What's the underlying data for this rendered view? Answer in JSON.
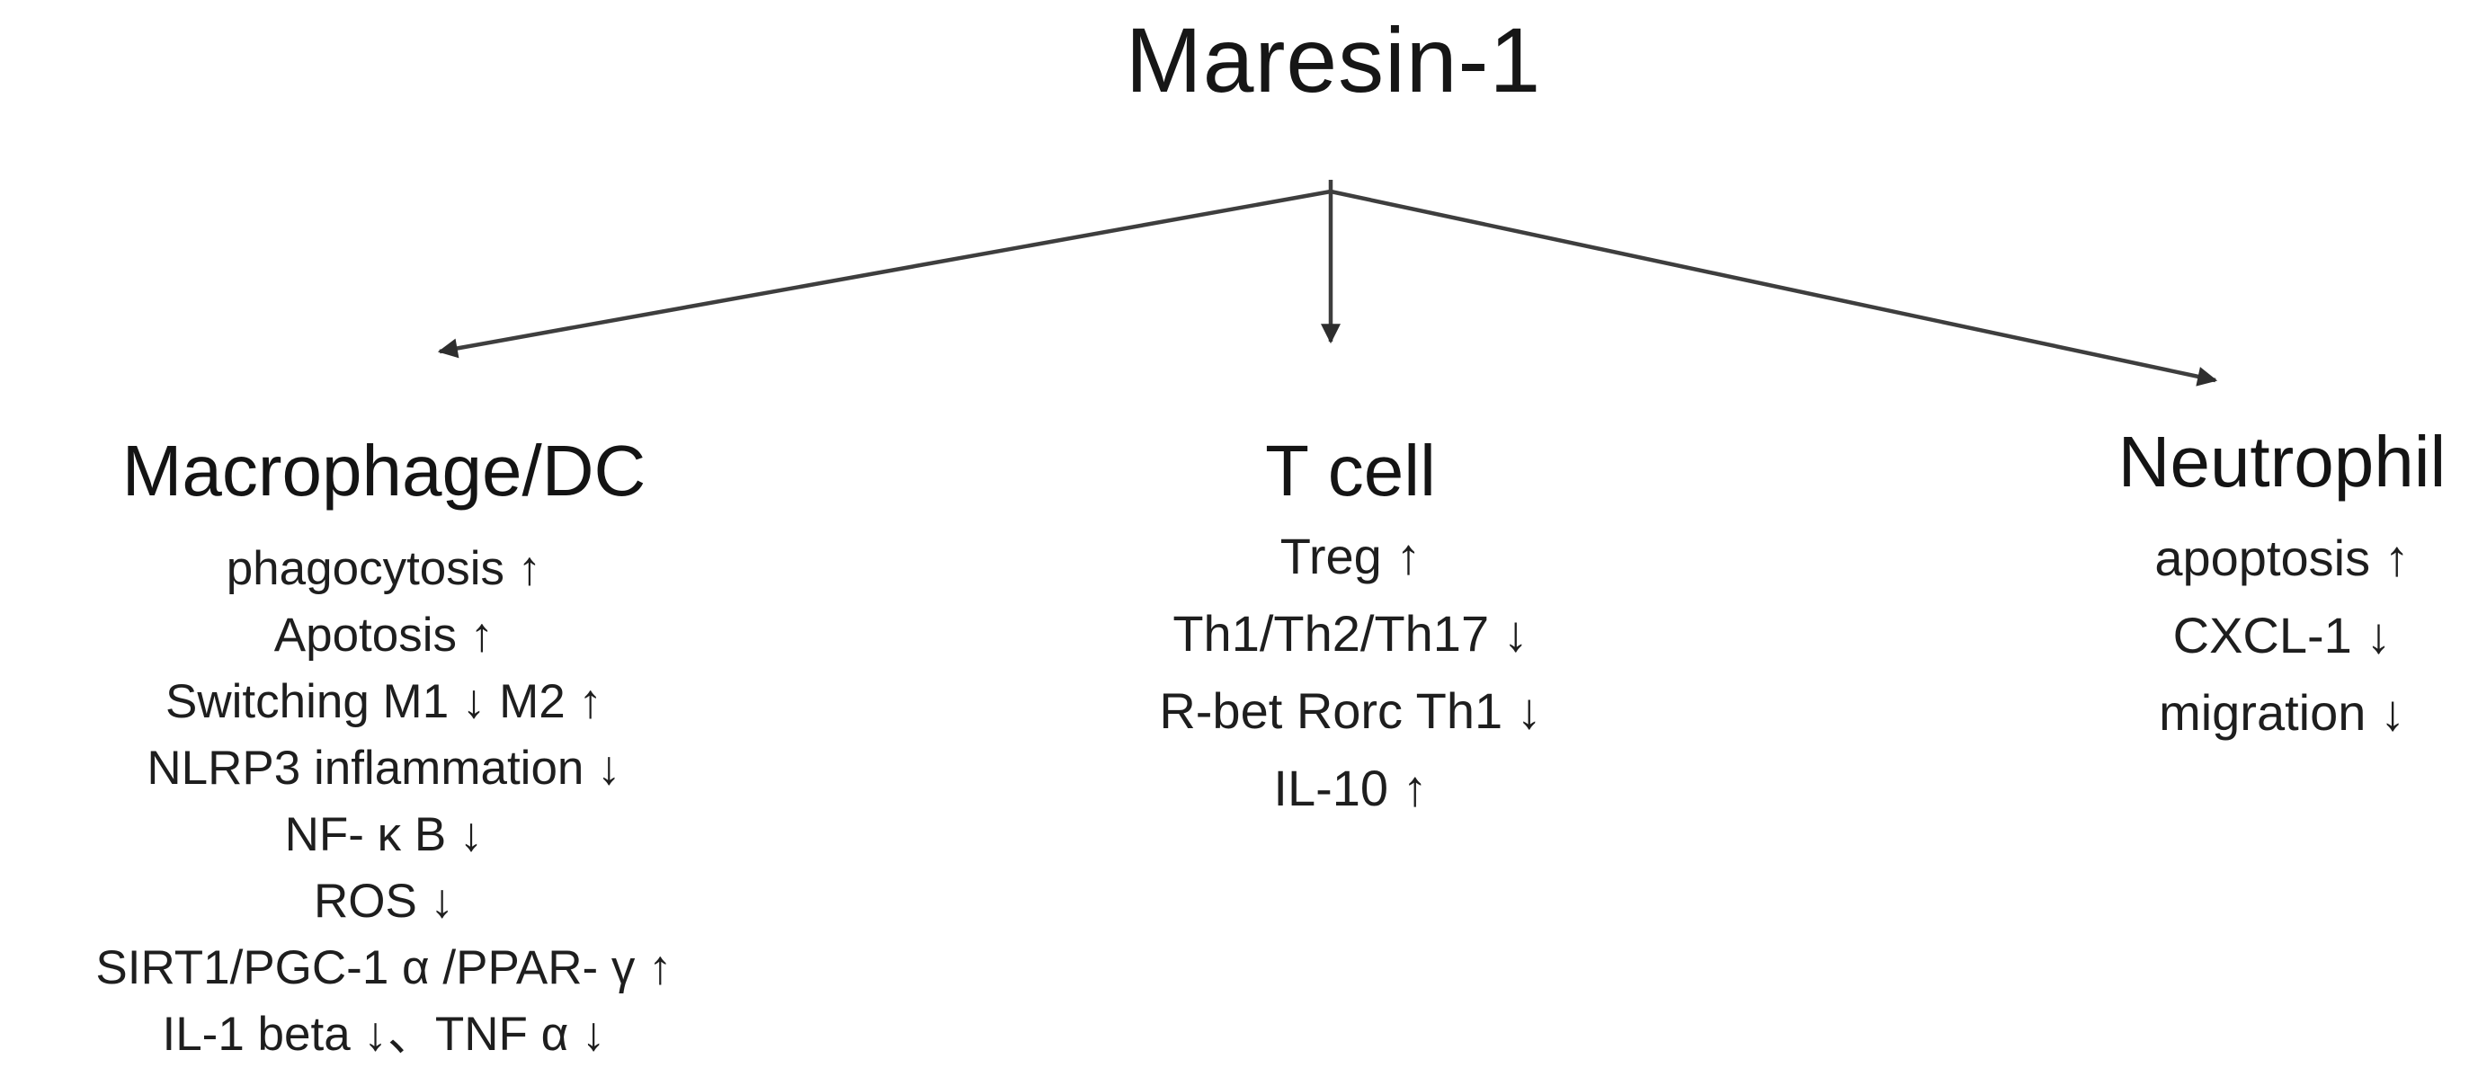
{
  "title": "Maresin-1",
  "columns": [
    {
      "header": "Macrophage/DC",
      "items": [
        "phagocytosis ↑",
        "Apotosis ↑",
        "Switching M1 ↓ M2 ↑",
        "NLRP3 inflammation ↓",
        "NF- κ B ↓",
        "ROS ↓",
        "SIRT1/PGC-1 α /PPAR- γ ↑",
        "IL-1 beta ↓、TNF α ↓"
      ]
    },
    {
      "header": "T cell",
      "items": [
        "Treg ↑",
        "Th1/Th2/Th17 ↓",
        "R-bet Rorc Th1 ↓",
        "IL-10 ↑"
      ]
    },
    {
      "header": "Neutrophil",
      "items": [
        "apoptosis ↑",
        "CXCL-1 ↓",
        "migration ↓"
      ]
    }
  ],
  "arrows": {
    "description": "three-way fork from Maresin-1 down to each cell-type column",
    "color": "#3e3e3e"
  },
  "colors": {
    "background": "#ffffff",
    "text": "#1b1b1b",
    "arrow": "#3e3e3e"
  }
}
